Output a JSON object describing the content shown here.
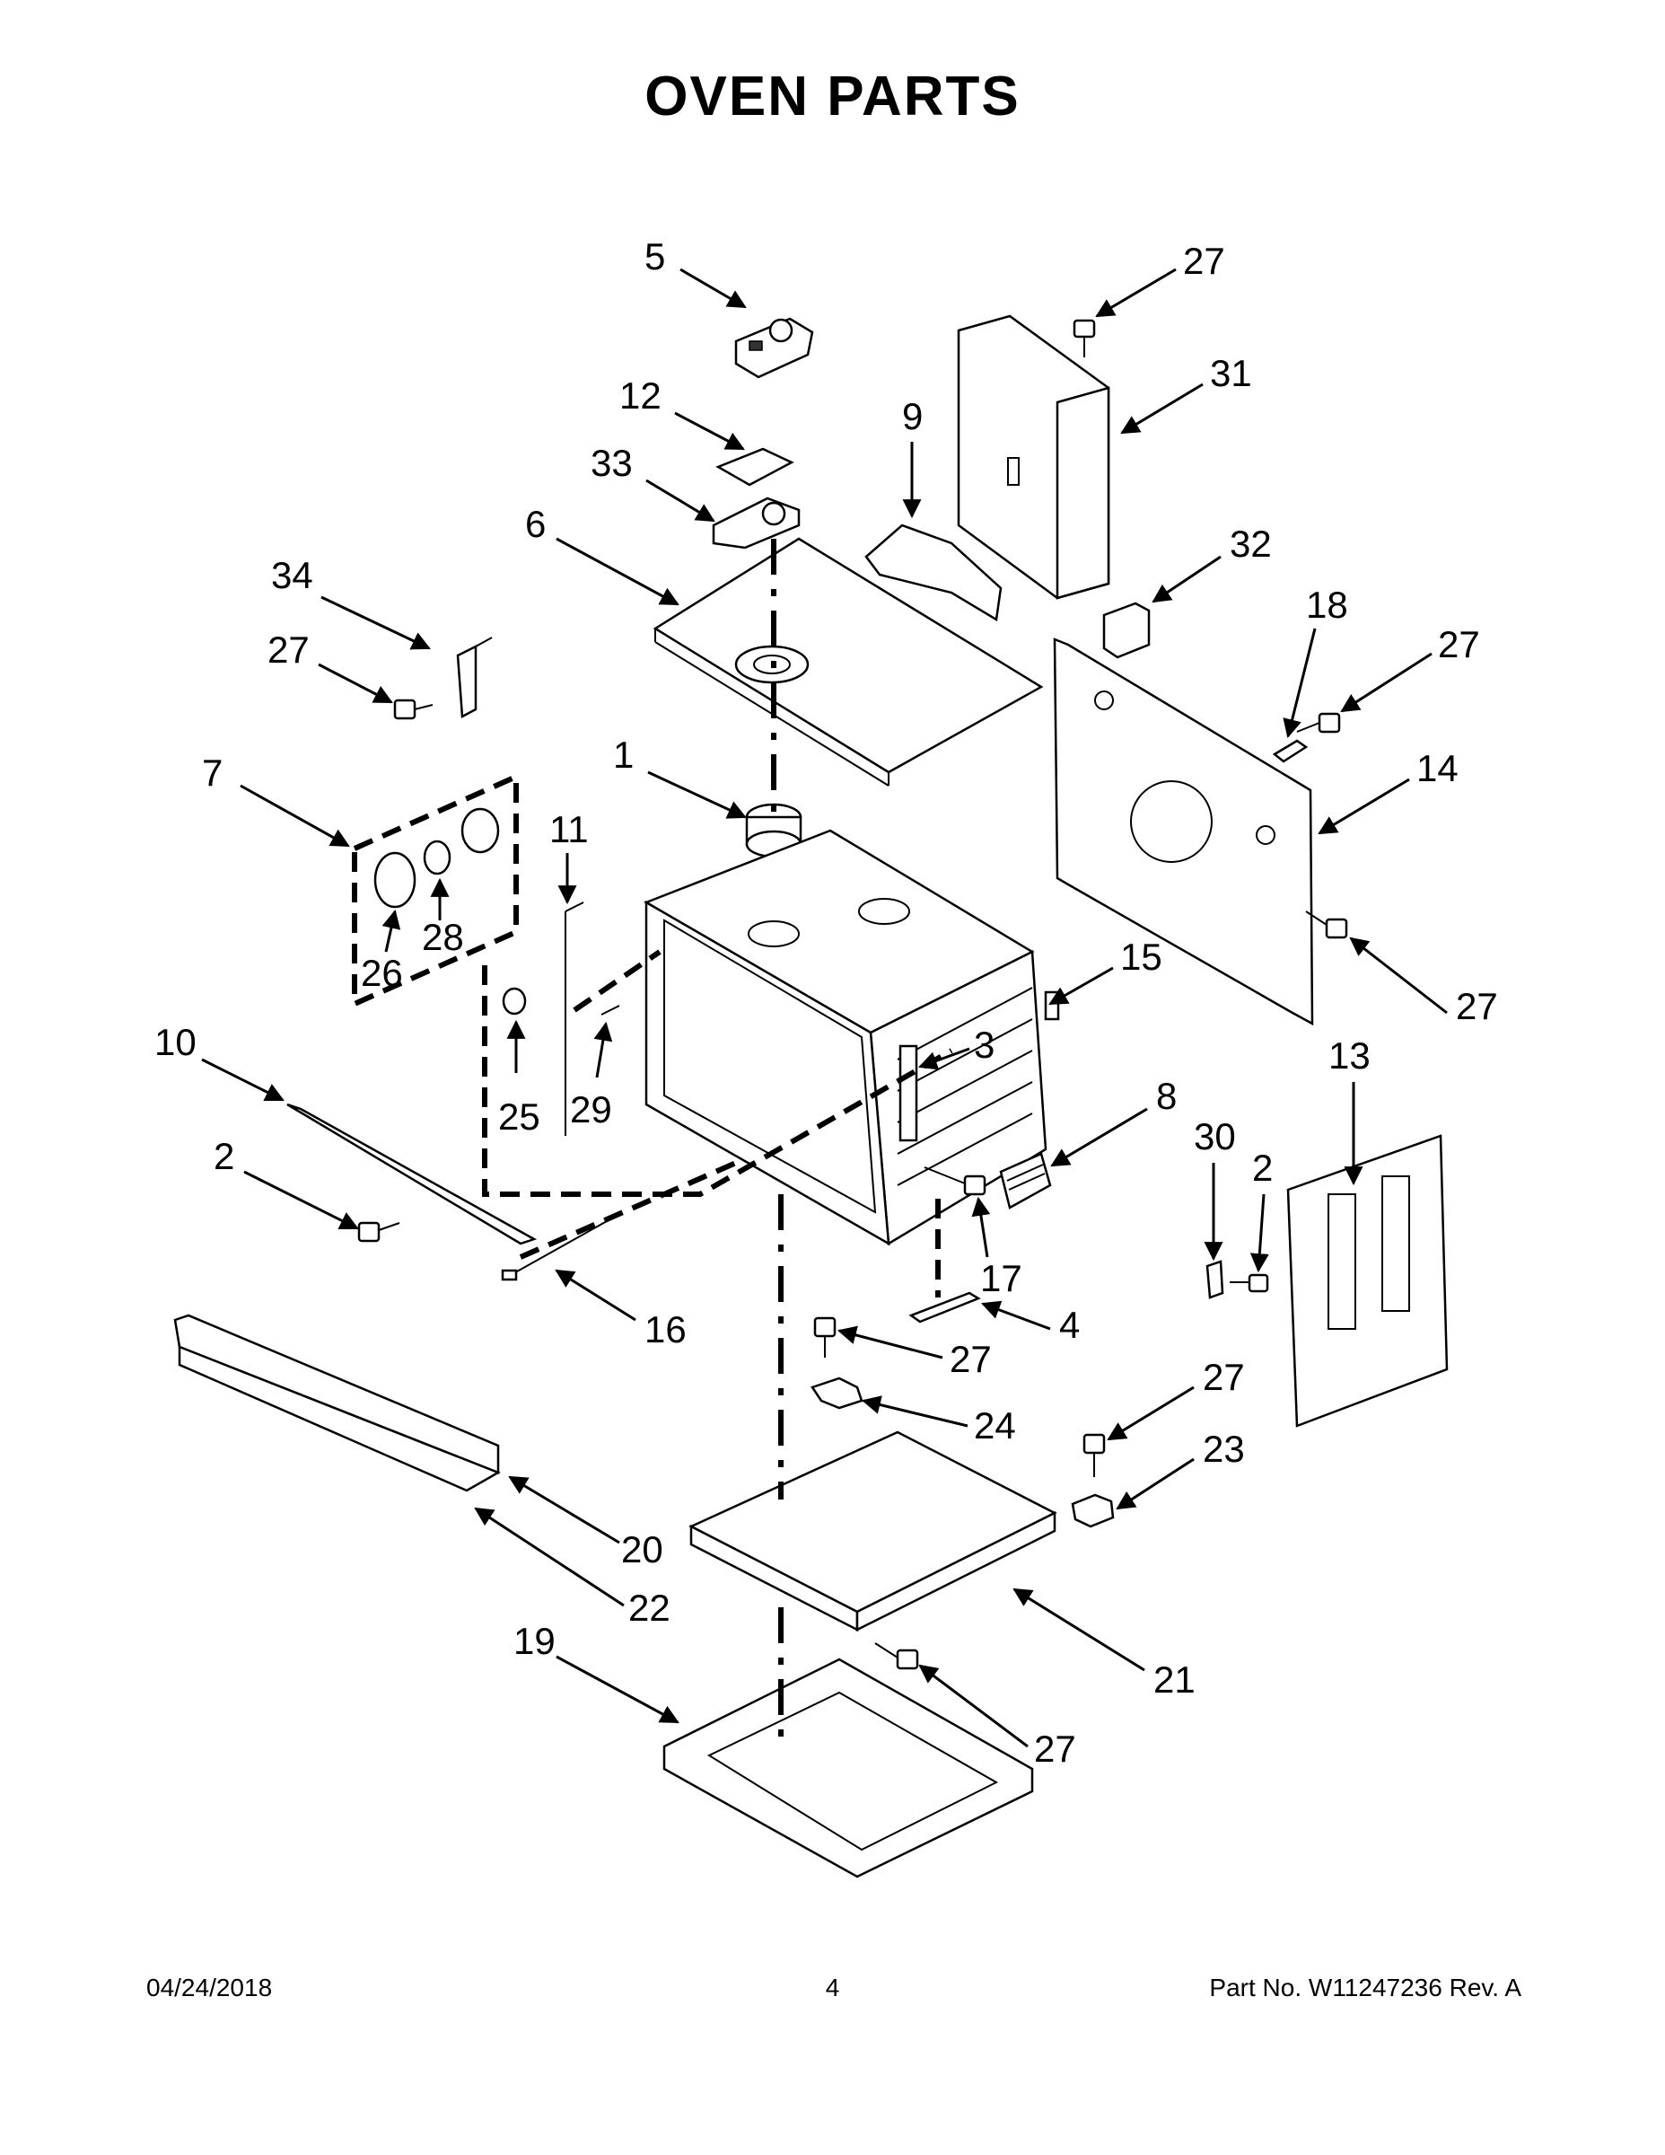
{
  "title": "OVEN PARTS",
  "footer": {
    "date": "04/24/2018",
    "page": "4",
    "part_number": "Part No.  W11247236  Rev.  A"
  },
  "callouts": [
    "5",
    "27",
    "31",
    "12",
    "9",
    "33",
    "6",
    "32",
    "34",
    "18",
    "27",
    "27",
    "7",
    "1",
    "14",
    "11",
    "28",
    "26",
    "15",
    "27",
    "25",
    "29",
    "10",
    "3",
    "8",
    "13",
    "2",
    "30",
    "2",
    "17",
    "4",
    "16",
    "27",
    "27",
    "24",
    "27",
    "23",
    "20",
    "22",
    "21",
    "19",
    "27"
  ]
}
